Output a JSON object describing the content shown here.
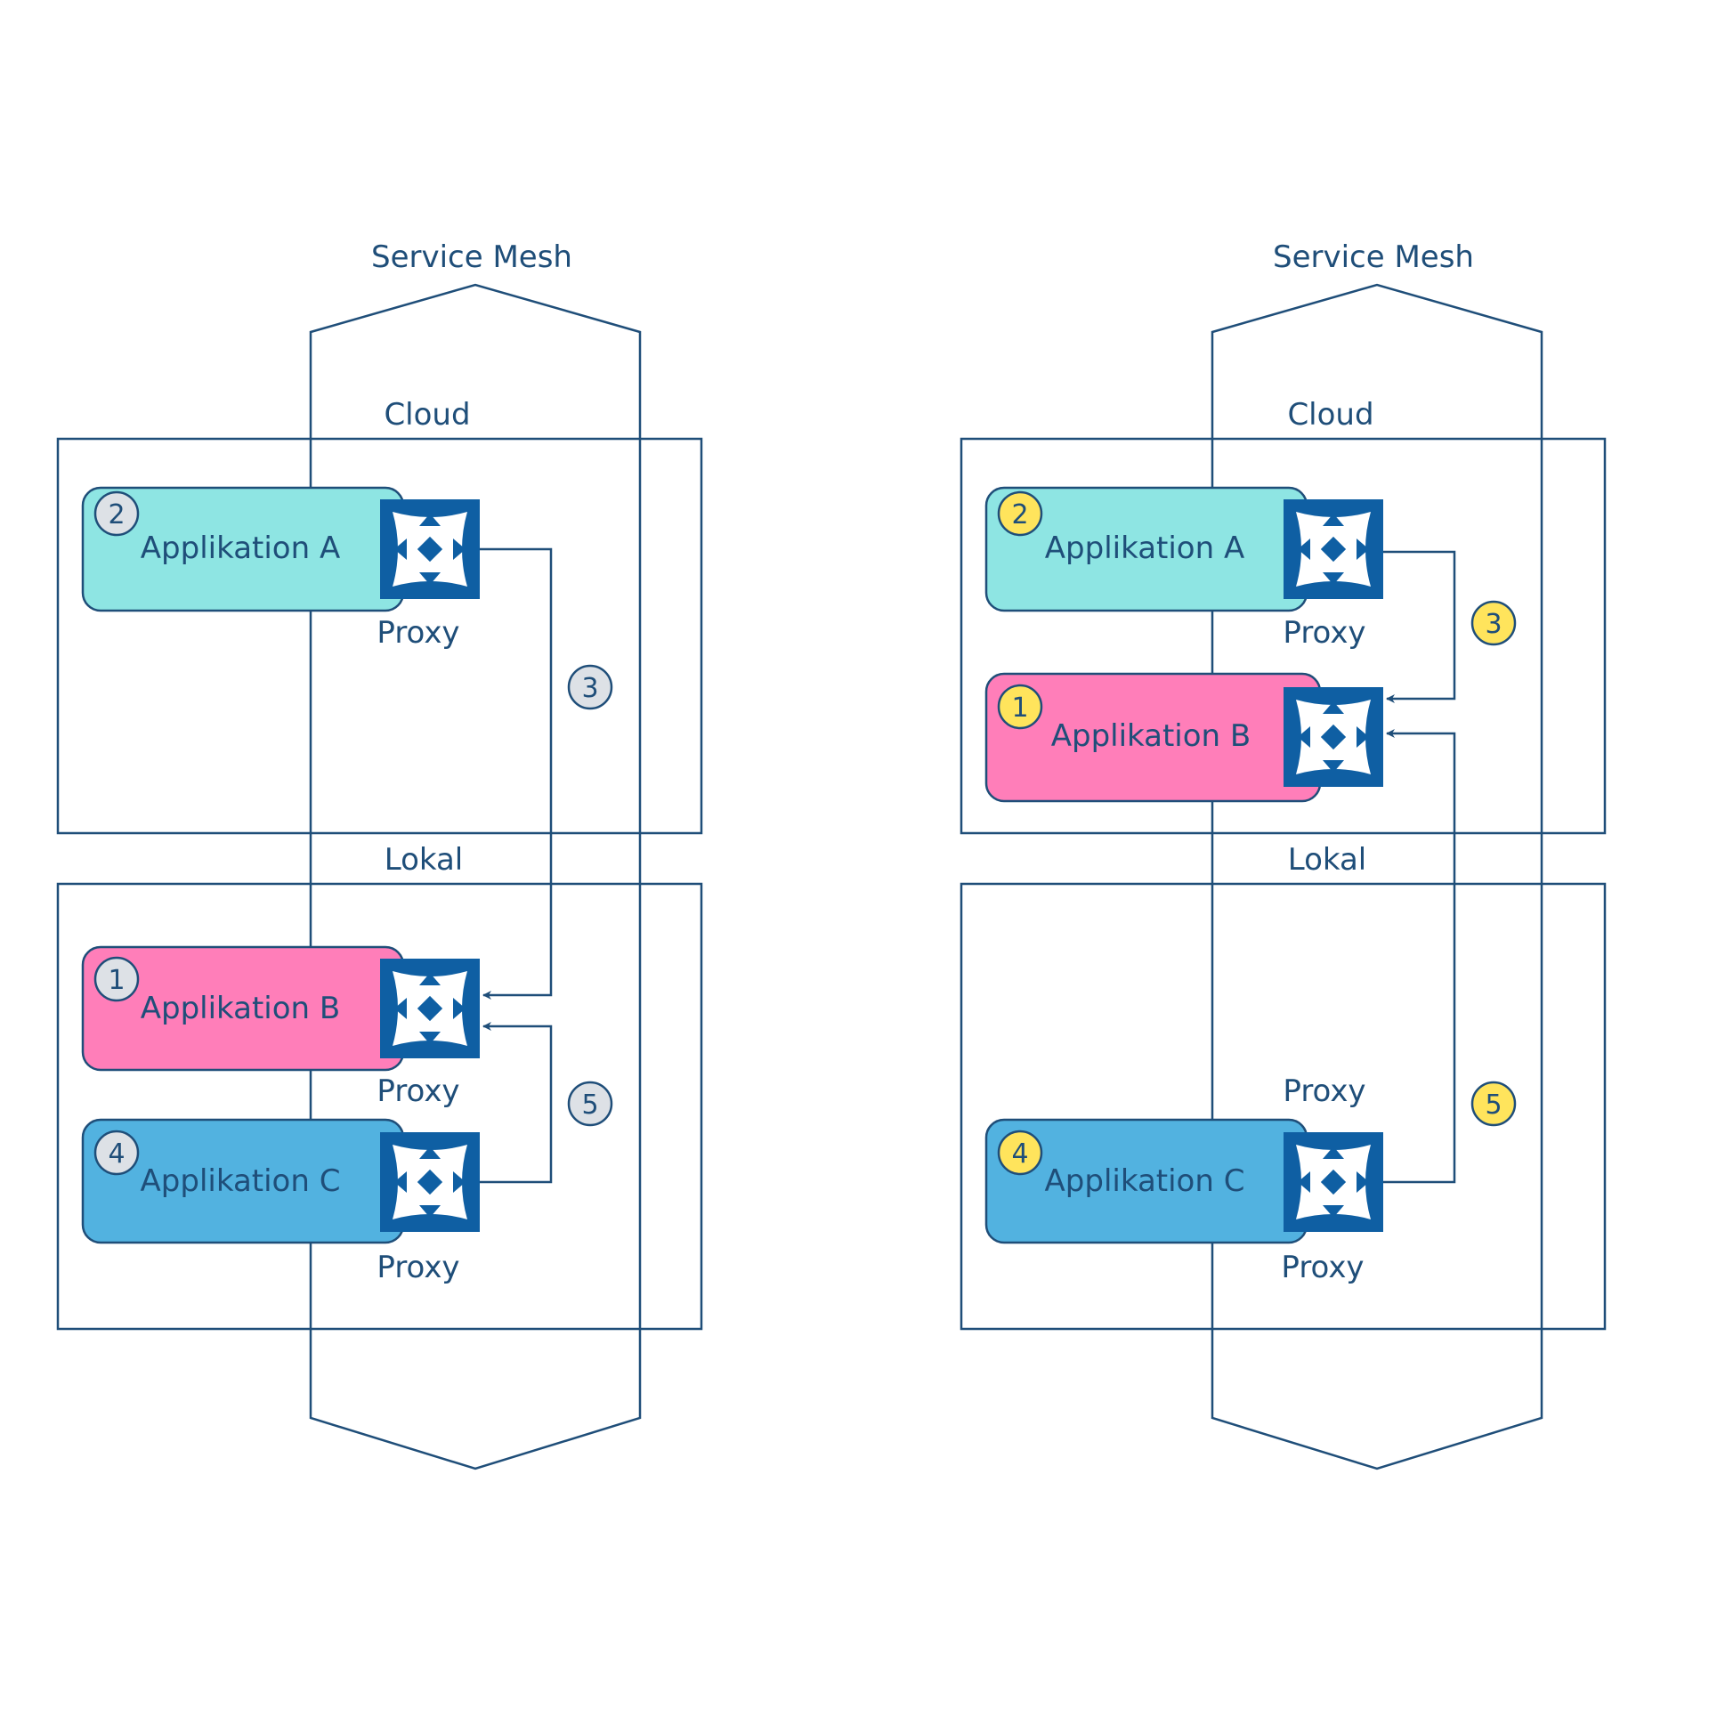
{
  "colors": {
    "line": "#1f4e79",
    "proxy": "#0f5fa3",
    "app_a": "#8ee5e3",
    "app_b": "#ff7eb9",
    "app_c": "#52b2e0",
    "badge_gray": "#dde1e6",
    "badge_yellow": "#ffe45c"
  },
  "left": {
    "mesh_label": "Service Mesh",
    "cloud_label": "Cloud",
    "lokal_label": "Lokal",
    "app_a": {
      "label": "Applikation A",
      "badge": "2",
      "proxy_label": "Proxy"
    },
    "app_b": {
      "label": "Applikation B",
      "badge": "1",
      "proxy_label": "Proxy"
    },
    "app_c": {
      "label": "Applikation C",
      "badge": "4",
      "proxy_label": "Proxy"
    },
    "step_3": "3",
    "step_5": "5"
  },
  "right": {
    "mesh_label": "Service Mesh",
    "cloud_label": "Cloud",
    "lokal_label": "Lokal",
    "app_a": {
      "label": "Applikation A",
      "badge": "2",
      "proxy_label": "Proxy"
    },
    "app_b": {
      "label": "Applikation B",
      "badge": "1"
    },
    "app_c": {
      "label": "Applikation C",
      "badge": "4",
      "proxy_label_above": "Proxy",
      "proxy_label": "Proxy"
    },
    "step_3": "3",
    "step_5": "5"
  }
}
